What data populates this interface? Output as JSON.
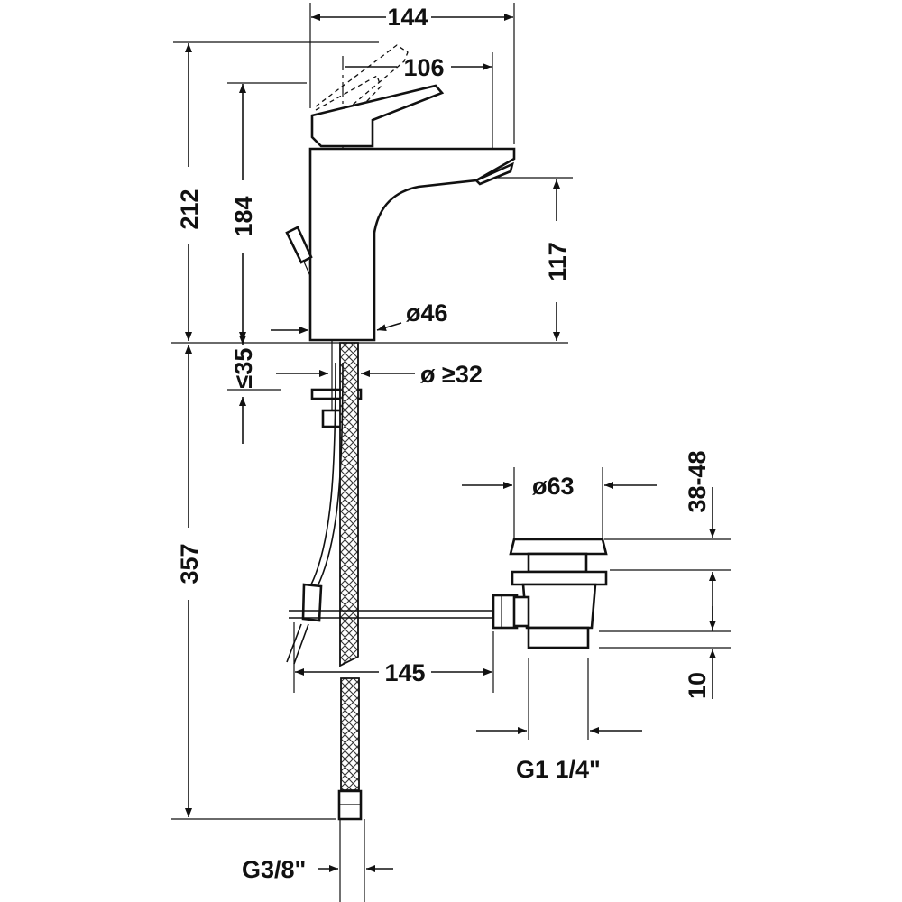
{
  "diagram": {
    "dimensions": {
      "spout_reach": "144",
      "handle_reach": "106",
      "total_height": "212",
      "spout_height": "184",
      "outlet_height": "117",
      "body_diameter": "ø46",
      "deck_thickness_prefix": "≤",
      "deck_thickness_value": "35",
      "hole_diameter": "ø ≥32",
      "waste_diameter": "ø63",
      "waste_thickness": "38-48",
      "thread_length": "10",
      "rod_length": "145",
      "below_deck_length": "357",
      "waste_thread": "G1 1/4\"",
      "supply_thread": "G3/8\""
    }
  }
}
